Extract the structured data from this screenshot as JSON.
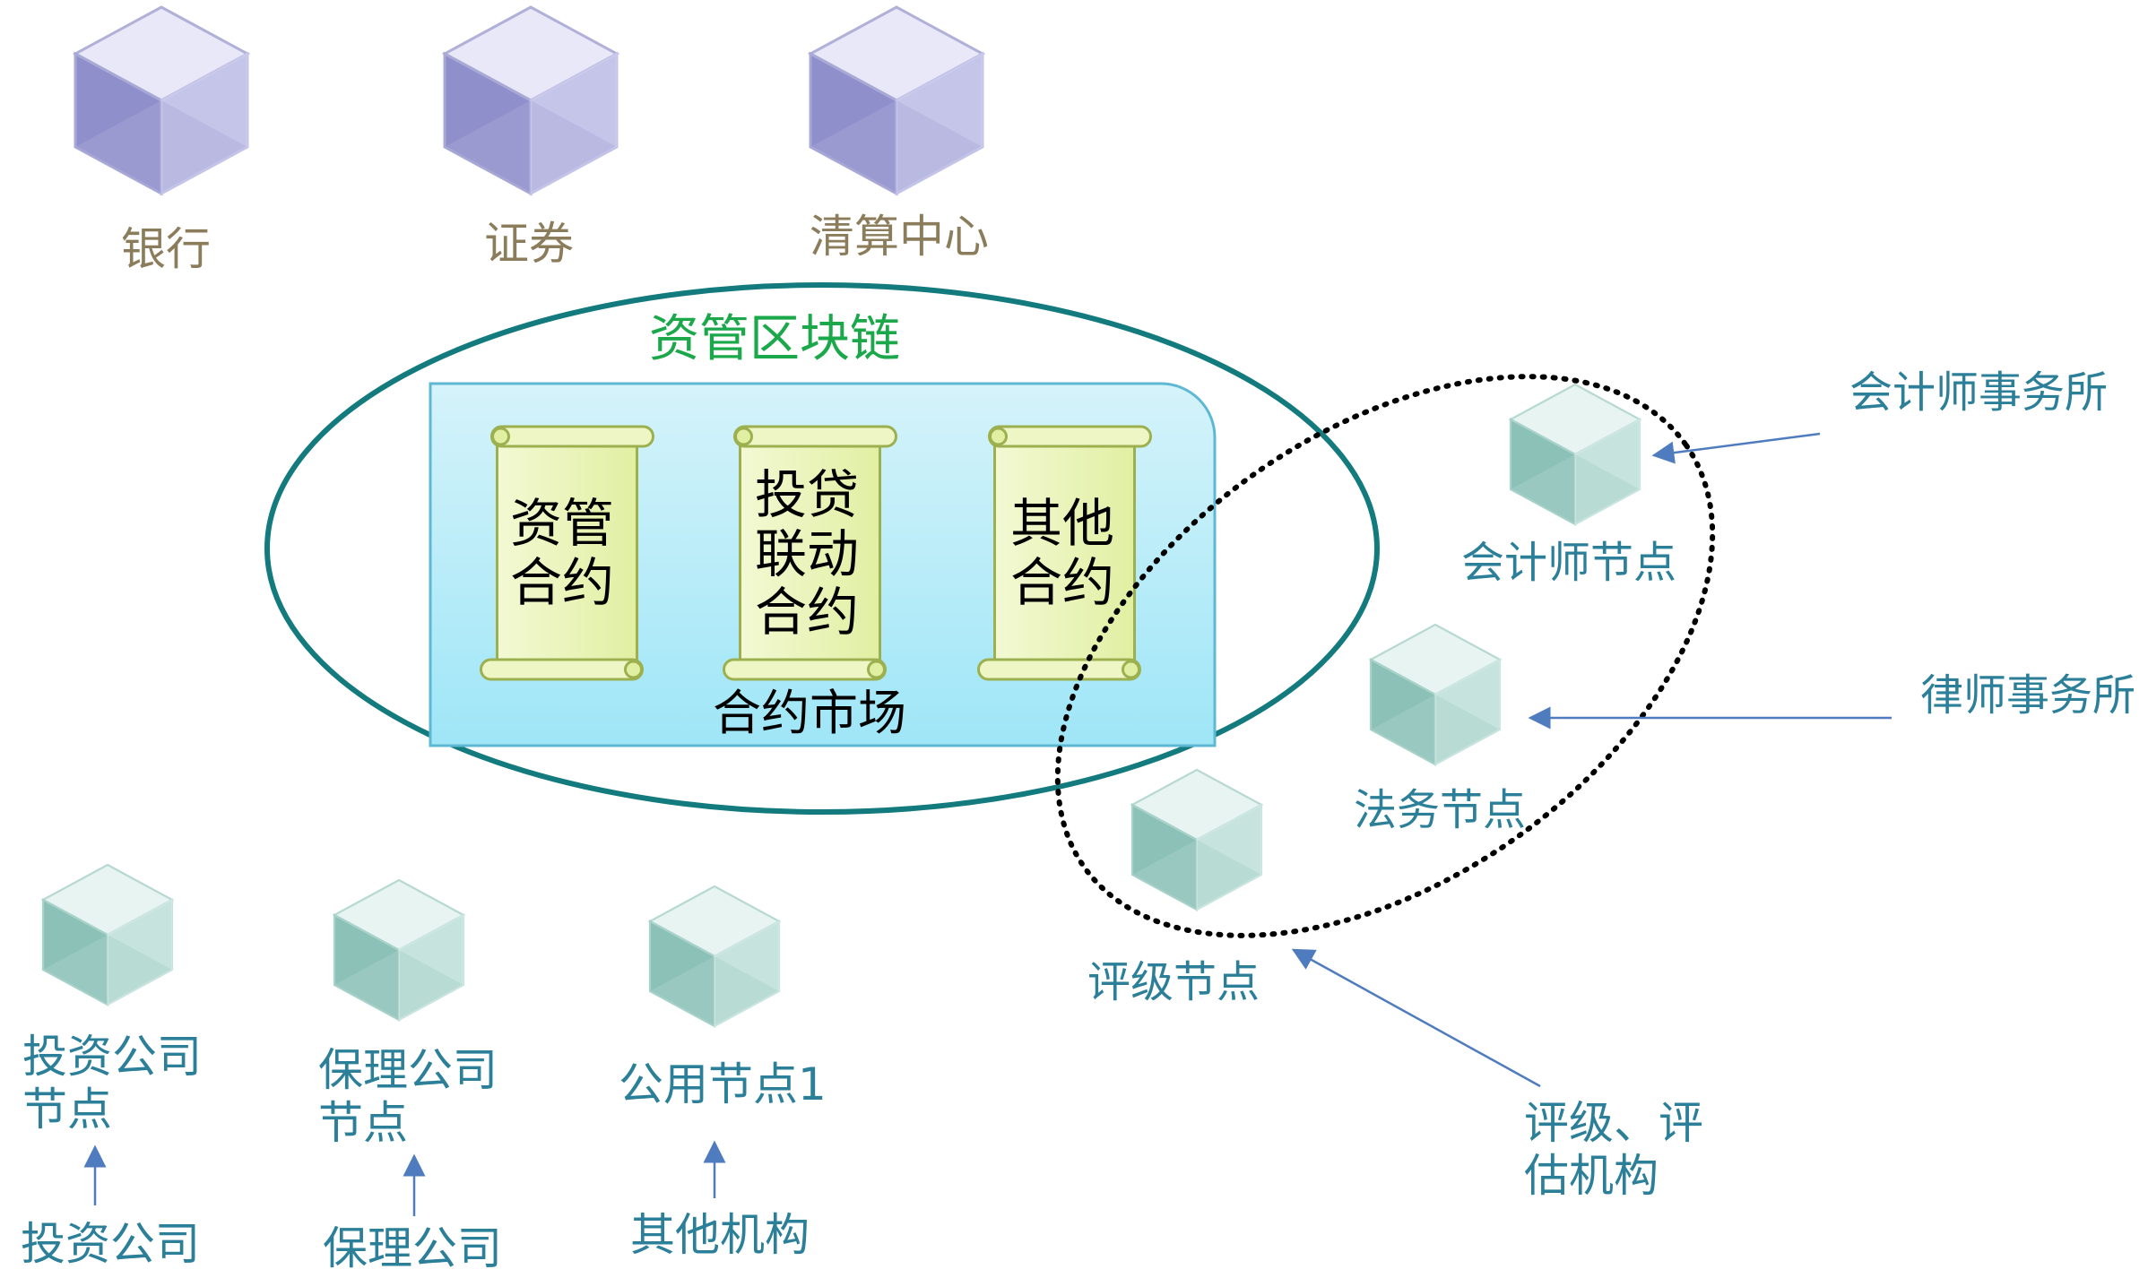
{
  "colors": {
    "chain_ellipse": "#137a7e",
    "chain_title": "#1aa84a",
    "top_labels": "#8b7d5b",
    "node_labels": "#2c7f99",
    "arrow": "#4f7bbf",
    "market_fill_top": "#d5f3fa",
    "market_fill_bottom": "#9fe6f7",
    "scroll_fill": "#e9f4b4",
    "purple_cube": "#a4a4d4",
    "teal_cube": "#9fcbc2"
  },
  "top_nodes": [
    {
      "label": "银行",
      "icon": "purple-cube-icon"
    },
    {
      "label": "证券",
      "icon": "purple-cube-icon"
    },
    {
      "label": "清算中心",
      "icon": "purple-cube-icon"
    }
  ],
  "chain": {
    "title": "资管区块链",
    "market_label": "合约市场",
    "contracts": [
      {
        "line1": "资管",
        "line2": "合约",
        "line3": ""
      },
      {
        "line1": "投贷",
        "line2": "联动",
        "line3": "合约"
      },
      {
        "line1": "其他",
        "line2": "合约",
        "line3": ""
      }
    ]
  },
  "service_nodes": [
    {
      "label": "会计师节点",
      "source": "会计师事务所"
    },
    {
      "label": "法务节点",
      "source": "律师事务所"
    },
    {
      "label": "评级节点",
      "source_line1": "评级、评",
      "source_line2": "估机构"
    }
  ],
  "bottom_nodes": [
    {
      "label_line1": "投资公司",
      "label_line2": "节点",
      "source": "投资公司"
    },
    {
      "label_line1": "保理公司",
      "label_line2": "节点",
      "source": "保理公司"
    },
    {
      "label_line1": "公用节点1",
      "label_line2": "",
      "source": "其他机构"
    }
  ]
}
